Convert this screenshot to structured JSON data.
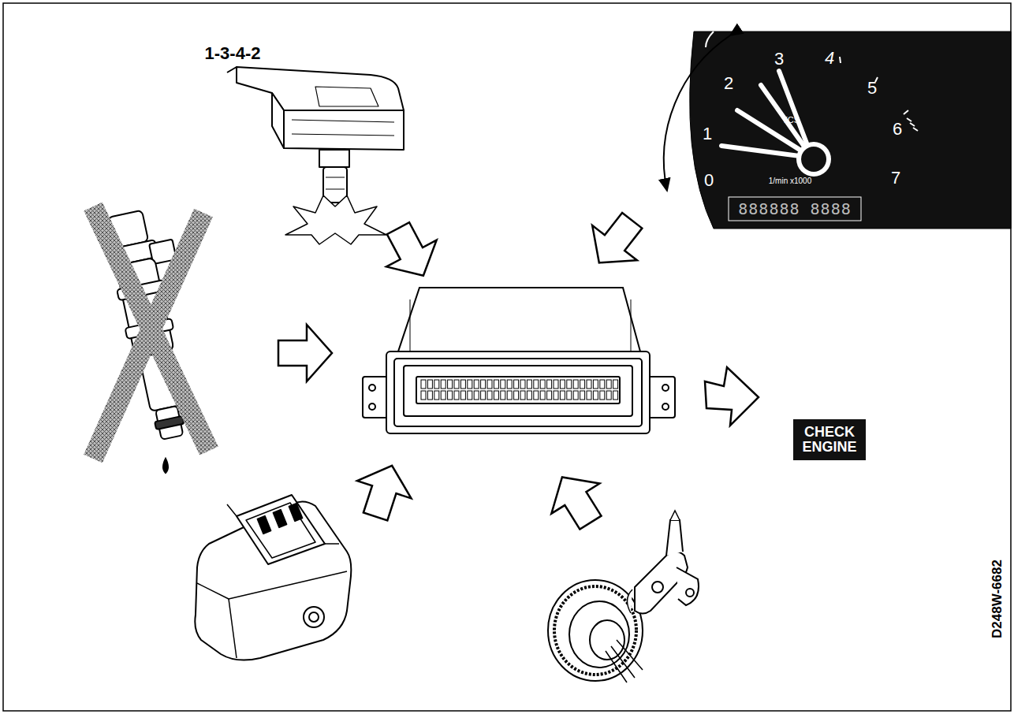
{
  "diagram": {
    "nodes": [
      {
        "text": [
          "CHECK ENGINE"
        ]
      }
    ],
    "labels": [
      "1-3-4-2",
      "0",
      "1",
      "2",
      "3",
      "4",
      "5",
      "6",
      "7",
      "TCS",
      "1/min x1000",
      "888888 8888",
      "D248W-6682"
    ]
  }
}
